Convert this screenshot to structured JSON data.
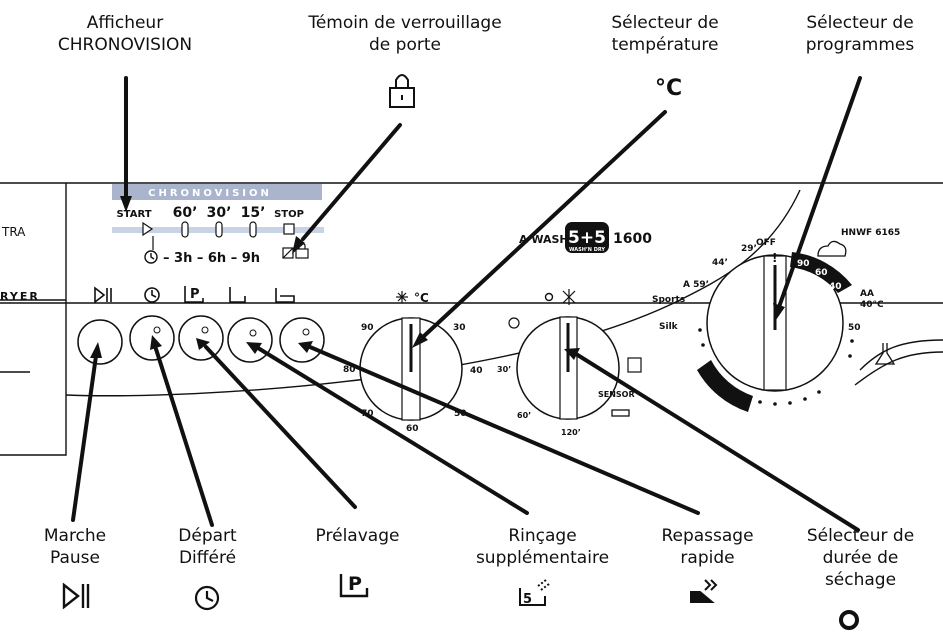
{
  "labels": {
    "afficheur_line1": "Afficheur",
    "afficheur_line2": "CHRONOVISION",
    "temoin_line1": "Témoin de verrouillage",
    "temoin_line2": "de porte",
    "temp_line1": "Sélecteur de",
    "temp_line2": "température",
    "temp_symbol": "°C",
    "prog_line1": "Sélecteur de",
    "prog_line2": "programmes",
    "marche_line1": "Marche",
    "marche_line2": "Pause",
    "depart_line1": "Départ",
    "depart_line2": "Différé",
    "prelavage": "Prélavage",
    "rincage_line1": "Rinçage",
    "rincage_line2": "supplémentaire",
    "repassage_line1": "Repassage",
    "repassage_line2": "rapide",
    "sechage_line1": "Sélecteur de",
    "sechage_line2": "durée de",
    "sechage_line3": "séchage"
  },
  "panel": {
    "chronovision": "CHRONOVISION",
    "start": "START",
    "t60": "60’",
    "t30": "30’",
    "t15": "15’",
    "stop": "STOP",
    "delay": "– 3h – 6h – 9h",
    "brand_left": "TRA",
    "dryer": "RYER",
    "model_prefix": "A WASH",
    "model_badge": "5+5",
    "model_badge_sub": "WASH’N DRY",
    "model_speed": "1600",
    "model_code": "HNWF 6165",
    "off": "OFF",
    "temp_knob_label": "°C",
    "temp_marks": {
      "m90": "90",
      "m30": "30",
      "m80": "80",
      "m40": "40",
      "m70": "70",
      "m60": "60",
      "m50": "50"
    },
    "dry_marks": {
      "m30": "30’",
      "m60": "60’",
      "m120": "120’",
      "sensor": "SENSOR"
    },
    "prog_marks": {
      "p90": "90",
      "p60": "60",
      "p40": "40",
      "aa": "AA",
      "aa40": "40°C",
      "p50": "50",
      "sports": "Sports",
      "silk": "Silk",
      "t44": "44’",
      "t29": "29’",
      "a59": "A 59’"
    }
  }
}
